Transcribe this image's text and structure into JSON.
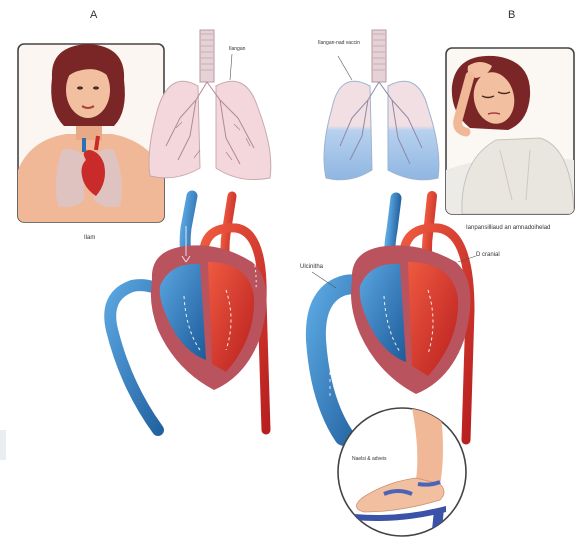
{
  "panels": {
    "a": {
      "letter": "A",
      "lung_label": "Ilangan",
      "person_label": "Ilam"
    },
    "b": {
      "letter": "B",
      "lung_label": "Ilangan-nad vaccin",
      "vein_label": "Ulcinitha",
      "artery_label": "D cranial",
      "person_label": "Ianpansilliaud an amnadoihelad",
      "foot_label": "Naelsi & adveis"
    }
  },
  "colors": {
    "oxygenated": "#d8382a",
    "deoxygenated": "#3b86c8",
    "lung_pink": "#f3d7dc",
    "lung_blue": "#a9c9ea",
    "skin": "#f0b896",
    "hair": "#7a2626",
    "frame": "#555555"
  },
  "icons": [
    "heart-icon",
    "lungs-icon",
    "woman-portrait",
    "foot-sandal-icon"
  ]
}
